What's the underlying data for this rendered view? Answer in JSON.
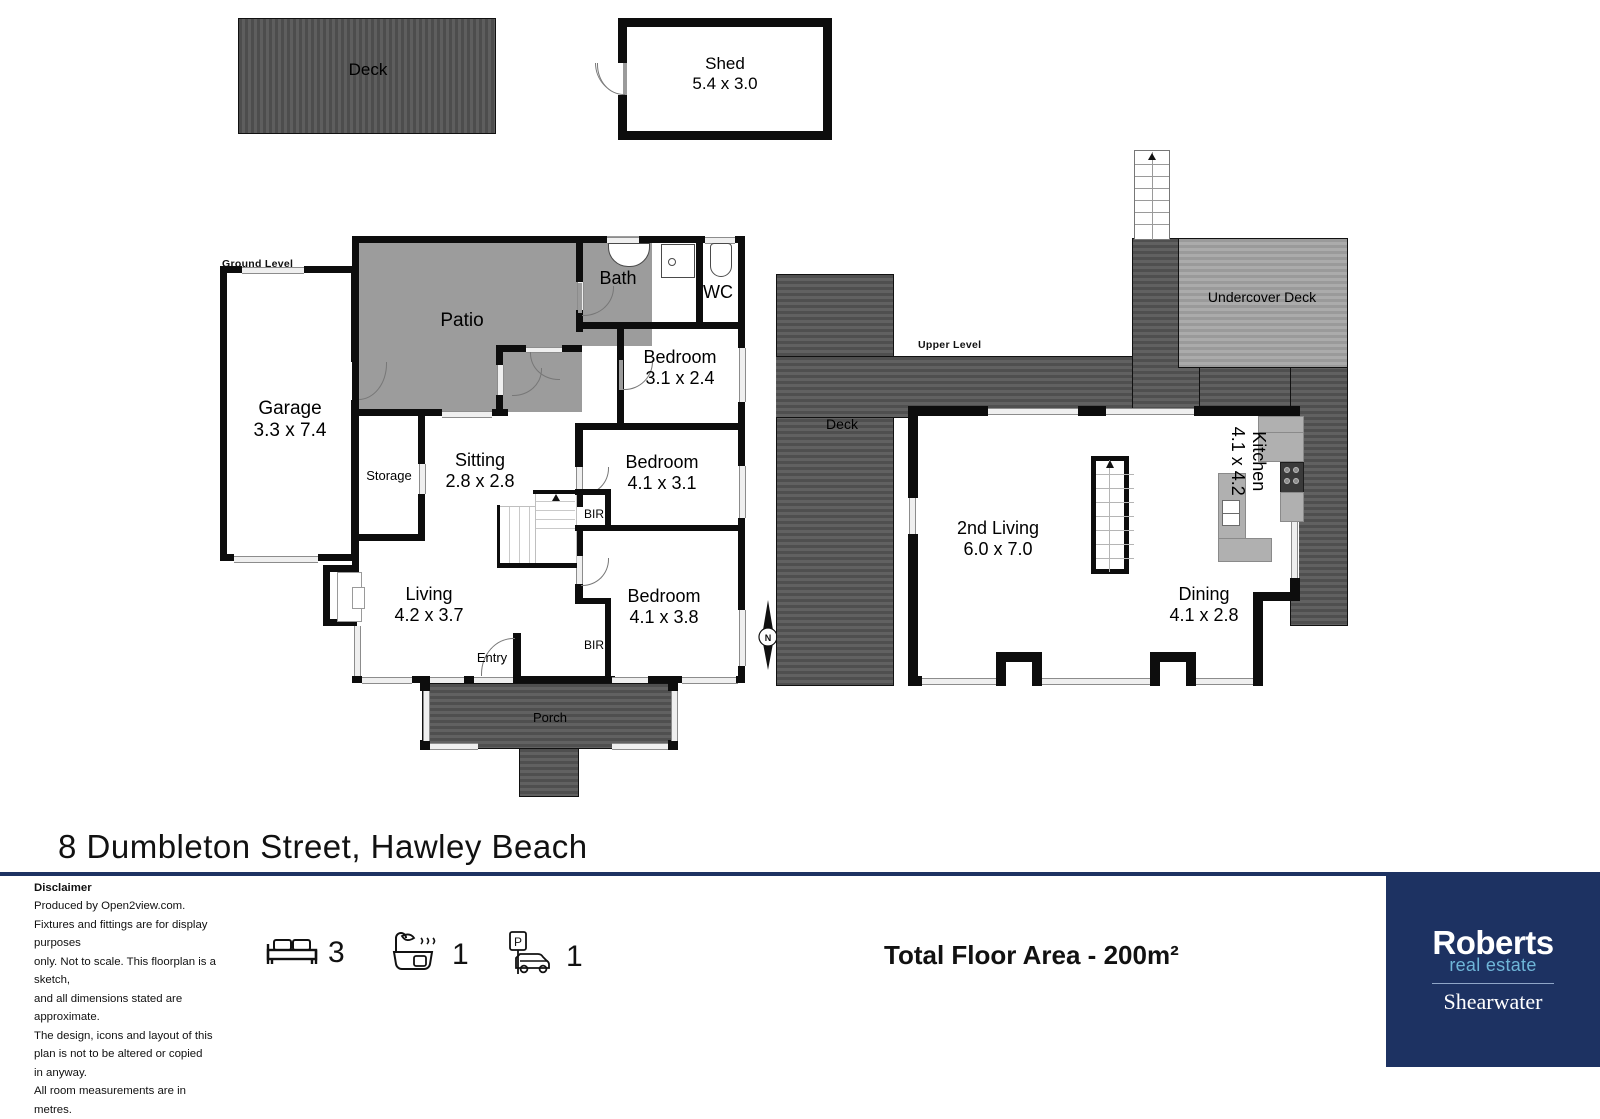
{
  "document": {
    "address_title": "8 Dumbleton Street, Hawley Beach",
    "total_floor_area": "Total Floor Area - 200m²"
  },
  "level_labels": {
    "ground": "Ground Level",
    "upper": "Upper Level"
  },
  "outbuildings": [
    {
      "name": "Deck",
      "dim": ""
    },
    {
      "name": "Shed",
      "dim": "5.4 x 3.0"
    }
  ],
  "ground_level": {
    "rooms": [
      {
        "name": "Garage",
        "dim": "3.3 x 7.4"
      },
      {
        "name": "Patio",
        "dim": ""
      },
      {
        "name": "Bath",
        "dim": ""
      },
      {
        "name": "WC",
        "dim": ""
      },
      {
        "name": "Bedroom",
        "dim": "3.1 x 2.4"
      },
      {
        "name": "Storage",
        "dim": ""
      },
      {
        "name": "Sitting",
        "dim": "2.8 x 2.8"
      },
      {
        "name": "Bedroom",
        "dim": "4.1 x 3.1"
      },
      {
        "name": "Living",
        "dim": "4.2 x 3.7"
      },
      {
        "name": "Bedroom",
        "dim": "4.1 x 3.8"
      },
      {
        "name": "Porch",
        "dim": ""
      }
    ],
    "annotations": [
      {
        "text": "BIR"
      },
      {
        "text": "BIR"
      },
      {
        "text": "Entry"
      }
    ]
  },
  "upper_level": {
    "rooms": [
      {
        "name": "Deck",
        "dim": ""
      },
      {
        "name": "Undercover Deck",
        "dim": ""
      },
      {
        "name": "2nd Living",
        "dim": "6.0 x 7.0"
      },
      {
        "name": "Kitchen",
        "dim": "4.1 x 4.2"
      },
      {
        "name": "Dining",
        "dim": "4.1 x 2.8"
      }
    ]
  },
  "compass": {
    "label": "N"
  },
  "disclaimer": {
    "heading": "Disclaimer",
    "lines": [
      "Produced by Open2view.com.",
      "Fixtures and fittings are for display purposes",
      "only. Not to scale. This floorplan is a sketch,",
      "and all dimensions stated are approximate.",
      "The design, icons and layout of this",
      "plan is not to be altered or copied",
      "in anyway.",
      "All room measurements are in",
      "metres."
    ]
  },
  "features": [
    {
      "icon": "bed-icon",
      "count": "3"
    },
    {
      "icon": "bathtub-icon",
      "count": "1"
    },
    {
      "icon": "car-park-icon",
      "count": "1"
    }
  ],
  "branding": {
    "line1": "Roberts",
    "line2": "real estate",
    "line3": "Shearwater",
    "brand_color": "#1d3262",
    "accent_color": "#6fb6d8"
  }
}
